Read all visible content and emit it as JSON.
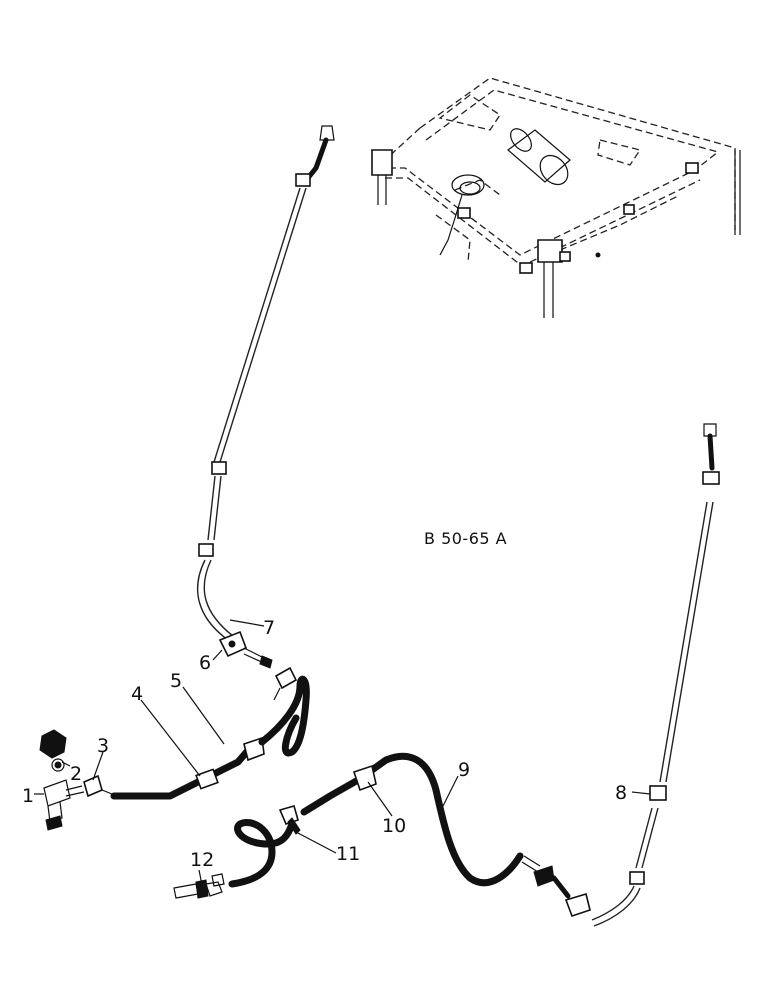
{
  "drawing_code": "B 50-65 A",
  "callouts": [
    {
      "id": "c1",
      "label": "1"
    },
    {
      "id": "c2",
      "label": "2"
    },
    {
      "id": "c3",
      "label": "3"
    },
    {
      "id": "c4",
      "label": "4"
    },
    {
      "id": "c5",
      "label": "5"
    },
    {
      "id": "c6",
      "label": "6"
    },
    {
      "id": "c7",
      "label": "7"
    },
    {
      "id": "c8",
      "label": "8"
    },
    {
      "id": "c9",
      "label": "9"
    },
    {
      "id": "c10",
      "label": "10"
    },
    {
      "id": "c11",
      "label": "11"
    },
    {
      "id": "c12",
      "label": "12"
    }
  ]
}
